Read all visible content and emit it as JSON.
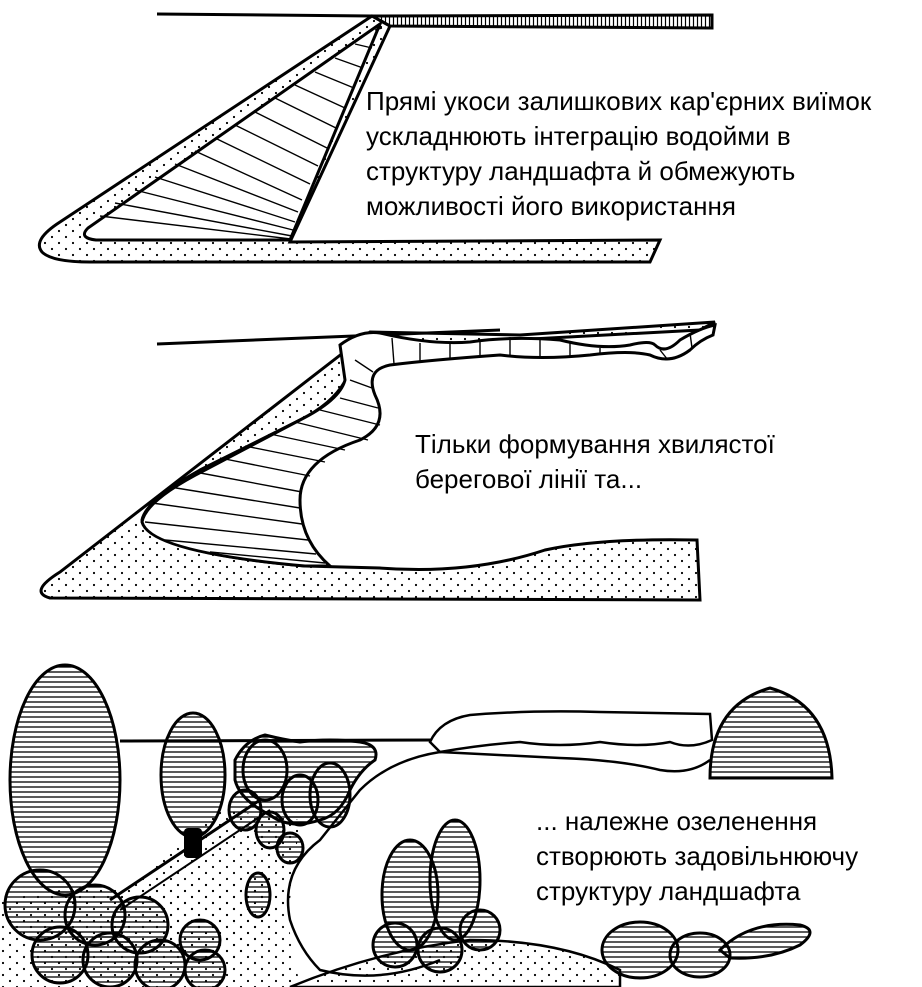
{
  "colors": {
    "ink": "#000000",
    "paper": "#ffffff"
  },
  "panels": [
    {
      "name": "straight-slopes",
      "caption_lines": [
        "Прямі укоси залишкових кар'єрних виїмок",
        "ускладнюють інтеграцію водойми в",
        "структуру ландшафта й обмежують",
        "можливості його використання"
      ]
    },
    {
      "name": "wavy-shoreline",
      "caption_lines": [
        "Тільки формування хвилястої",
        "берегової лінії та..."
      ]
    },
    {
      "name": "landscaped-shore",
      "caption_lines": [
        "... належне озеленення",
        "створюють задовільнюючу",
        "структуру ландшафта"
      ]
    }
  ]
}
